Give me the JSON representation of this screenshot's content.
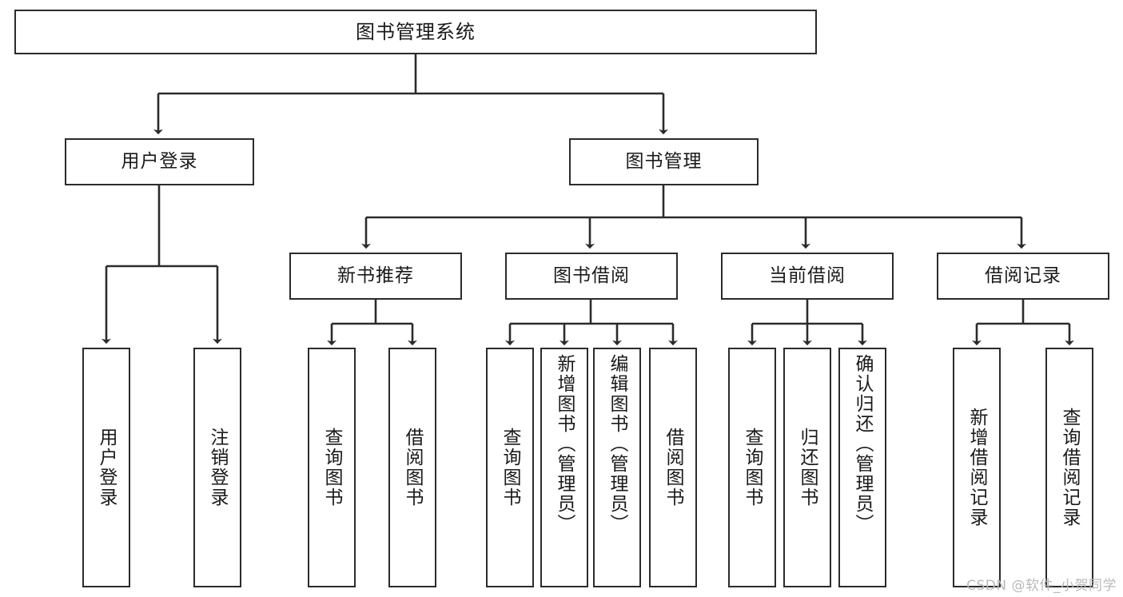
{
  "diagram": {
    "title": "图书管理系统",
    "watermark": "CSDN @软件_小贺同学",
    "line_color": "#2b2b2b",
    "box_fill": "#ffffff",
    "text_color": "#1a1a1a",
    "watermark_color": "#b9b9b9"
  },
  "root": {
    "label": "图书管理系统"
  },
  "level2": [
    {
      "label": "用户登录"
    },
    {
      "label": "图书管理"
    }
  ],
  "level3": [
    {
      "label": "新书推荐"
    },
    {
      "label": "图书借阅"
    },
    {
      "label": "当前借阅"
    },
    {
      "label": "借阅记录"
    }
  ],
  "leaves": {
    "user_login": [
      {
        "label": "用户登录"
      },
      {
        "label": "注销登录"
      }
    ],
    "new_book": [
      {
        "label": "查询图书"
      },
      {
        "label": "借阅图书"
      }
    ],
    "book_borrow": [
      {
        "label": "查询图书"
      },
      {
        "label": "新增图书（管理员）"
      },
      {
        "label": "编辑图书（管理员）"
      },
      {
        "label": "借阅图书"
      }
    ],
    "current_borrow": [
      {
        "label": "查询图书"
      },
      {
        "label": "归还图书"
      },
      {
        "label": "确认归还（管理员）"
      }
    ],
    "borrow_record": [
      {
        "label": "新增借阅记录"
      },
      {
        "label": "查询借阅记录"
      }
    ]
  }
}
